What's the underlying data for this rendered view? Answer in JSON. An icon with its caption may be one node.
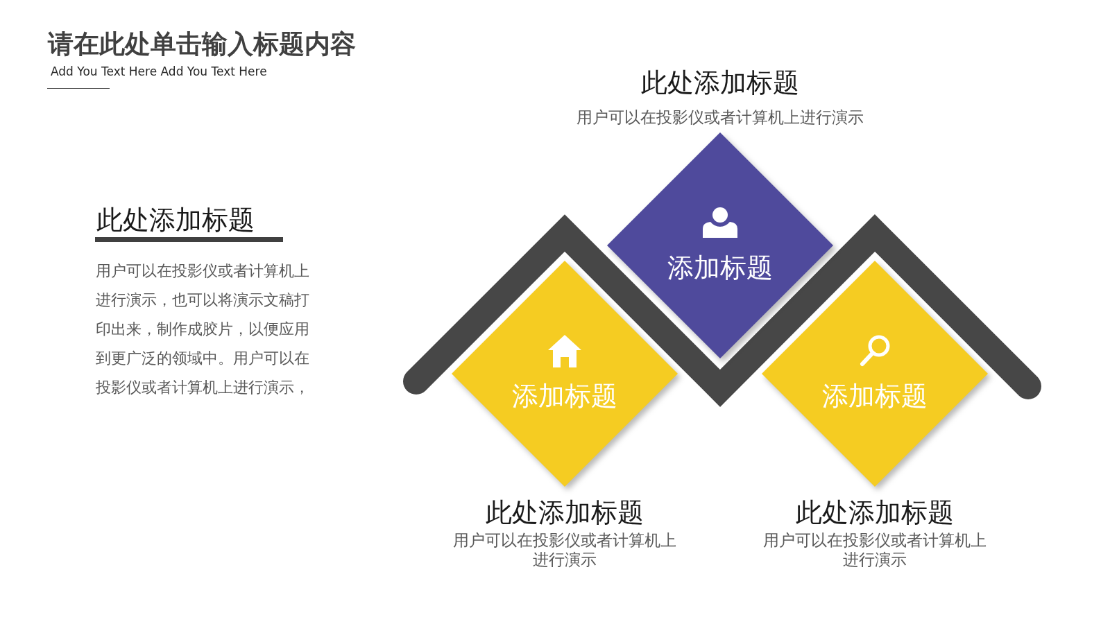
{
  "diagram": {
    "title": "请在此处单击输入标题内容",
    "nodes": [
      {
        "text": [
          "添加标题"
        ],
        "beside": [
          "此处添加标题",
          "用户可以在投影仪或者计算机上进行演示"
        ]
      },
      {
        "text": [
          "添加标题"
        ],
        "beside": [
          "此处添加标题",
          "用户可以在投影仪或者计算机上进行演示"
        ]
      },
      {
        "text": [
          "添加标题"
        ],
        "beside": [
          "此处添加标题",
          "用户可以在投影仪或者计算机上进行演示"
        ]
      }
    ],
    "labels": [
      "Add You Text Here Add You Text Here",
      "此处添加标题",
      "用户可以在投影仪或者计算机上进行演示，也可以将演示文稿打印出来，制作成胶片，以便应用到更广泛的领域中。用户可以在投影仪或者计算机上进行演示，"
    ]
  }
}
